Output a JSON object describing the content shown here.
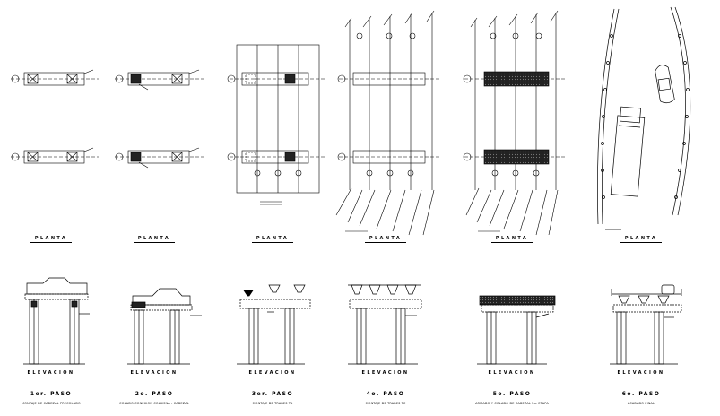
{
  "panels": [
    {
      "plan_label": "PLANTA",
      "elev_label": "ELEVACION",
      "step": "1er. PASO",
      "description": "MONTAJE DE CABEZAL PRECOLADO"
    },
    {
      "plan_label": "PLANTA",
      "elev_label": "ELEVACION",
      "step": "2o. PASO",
      "description": "COLADO CONEXION COLUMNA - CABEZAL"
    },
    {
      "plan_label": "PLANTA",
      "elev_label": "ELEVACION",
      "step": "3er. PASO",
      "description": "MONTAJE DE TRABES TA"
    },
    {
      "plan_label": "PLANTA",
      "elev_label": "ELEVACION",
      "step": "4o. PASO",
      "description": "MONTAJE DE TRABES TC"
    },
    {
      "plan_label": "PLANTA",
      "elev_label": "ELEVACION",
      "step": "5o. PASO",
      "description": "ARMADO Y COLADO DE CABEZAL 2a. ETAPA"
    },
    {
      "plan_label": "PLANTA",
      "elev_label": "ELEVACION",
      "step": "6o. PASO",
      "description": "ACABADO FINAL"
    }
  ],
  "colors": {
    "ink": "#000000",
    "paper": "#ffffff",
    "hatch": "#333333"
  }
}
